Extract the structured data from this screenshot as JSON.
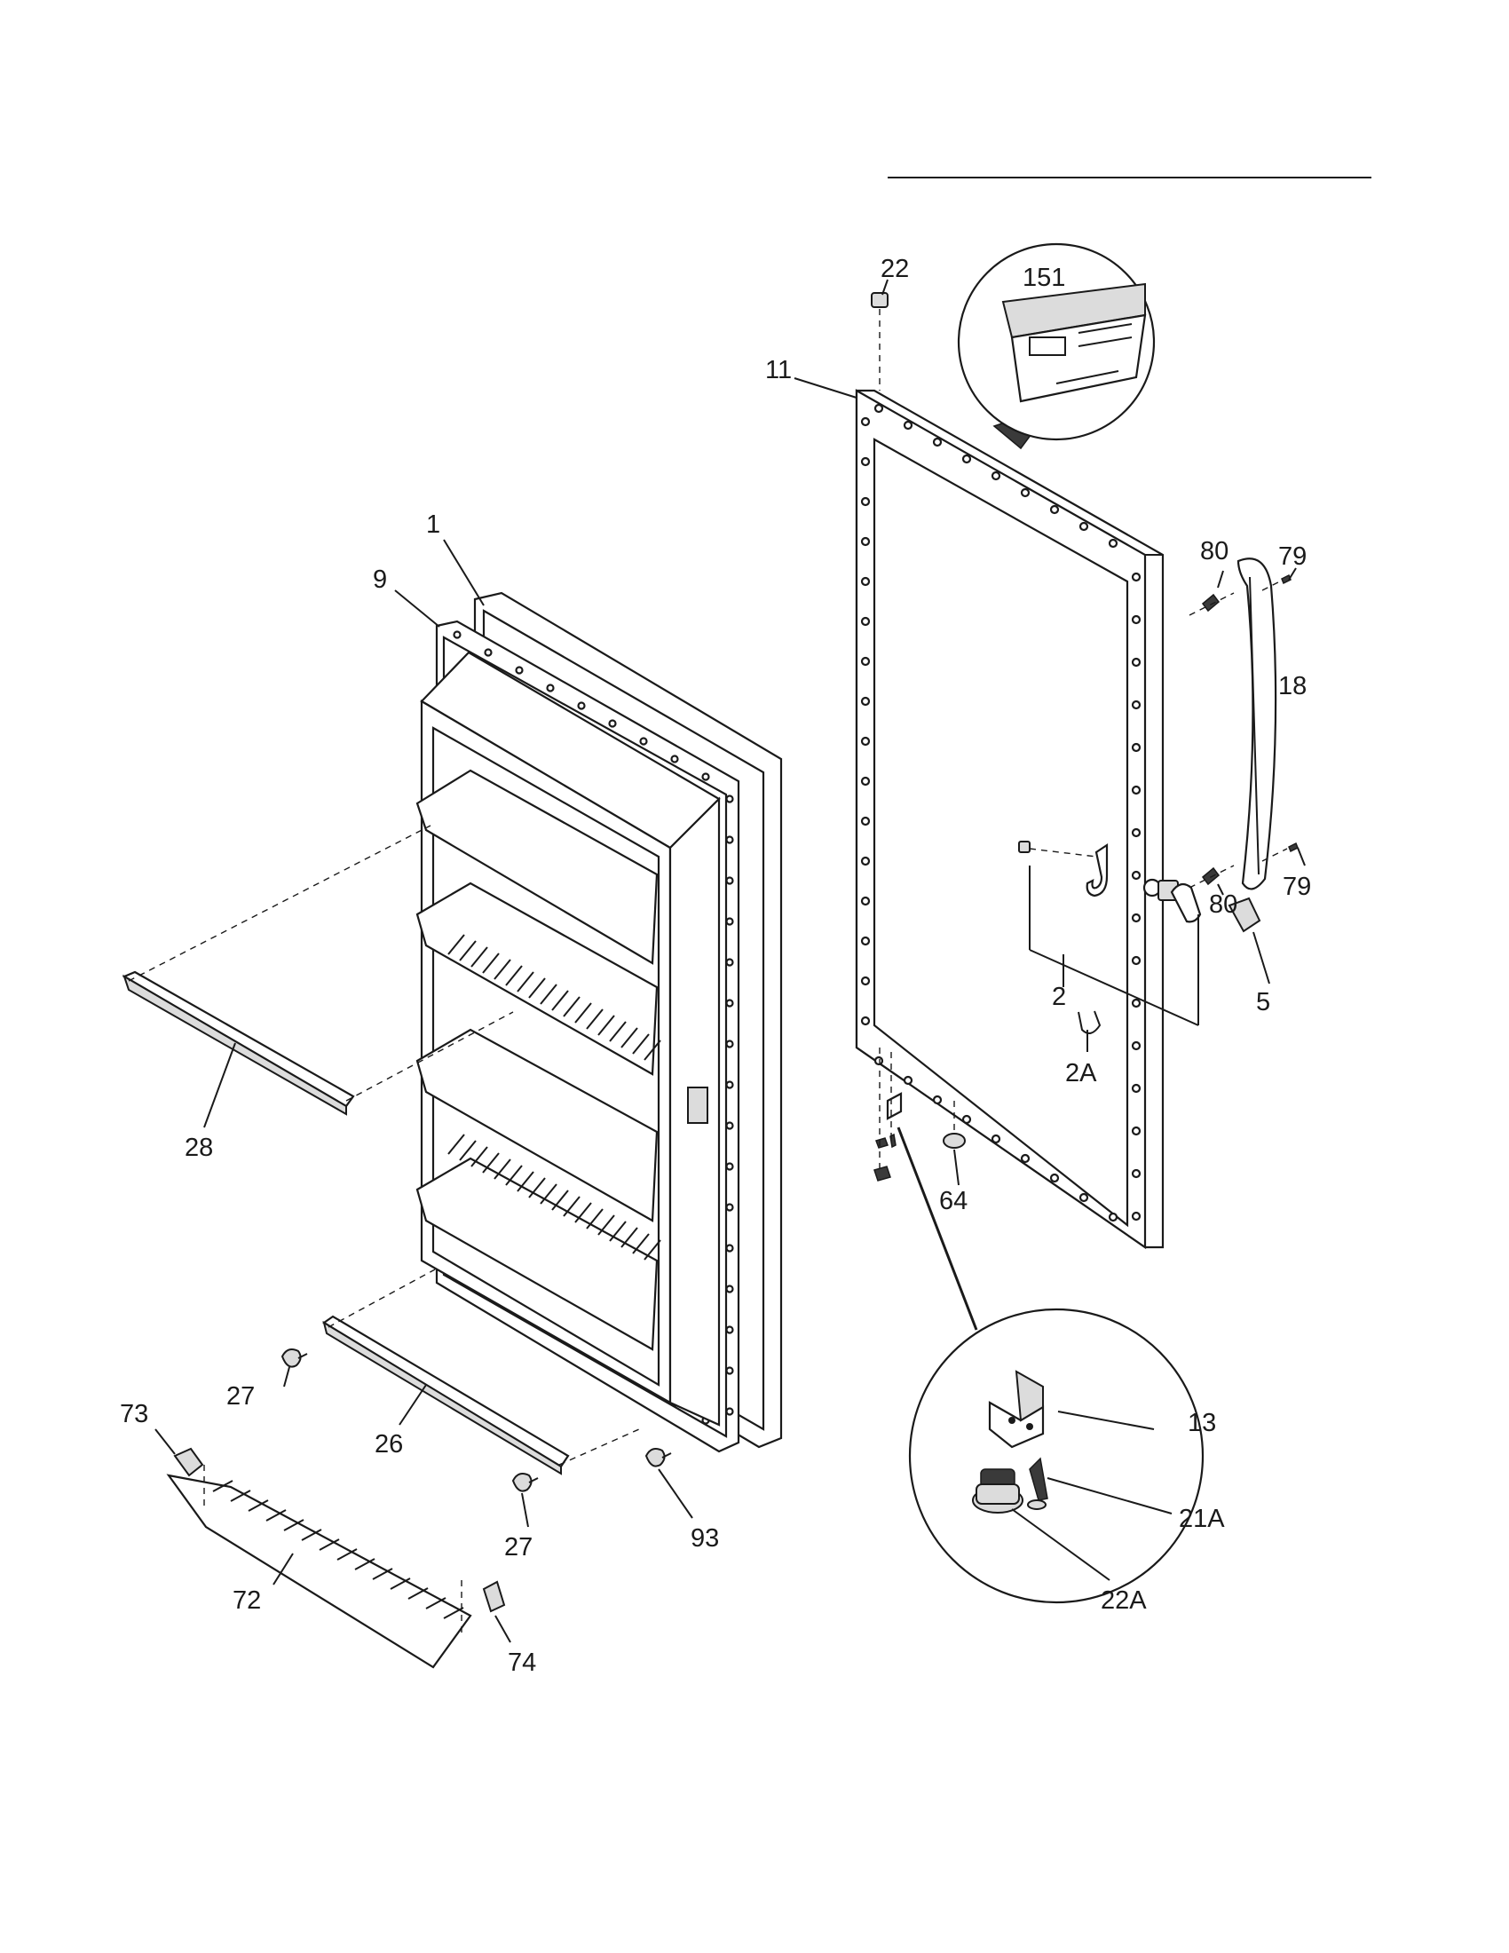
{
  "diagram": {
    "callouts": {
      "c1": "1",
      "c2": "2",
      "c2A": "2A",
      "c5": "5",
      "c9": "9",
      "c11": "11",
      "c13": "13",
      "c18": "18",
      "c21A": "21A",
      "c22": "22",
      "c22A": "22A",
      "c26": "26",
      "c27a": "27",
      "c27b": "27",
      "c28": "28",
      "c64": "64",
      "c72": "72",
      "c73": "73",
      "c74": "74",
      "c79a": "79",
      "c79b": "79",
      "c80a": "80",
      "c80b": "80",
      "c93": "93",
      "c151": "151"
    },
    "colors": {
      "ink": "#1a1a1a",
      "paper": "#ffffff",
      "shade": "#dcdcdc"
    }
  }
}
